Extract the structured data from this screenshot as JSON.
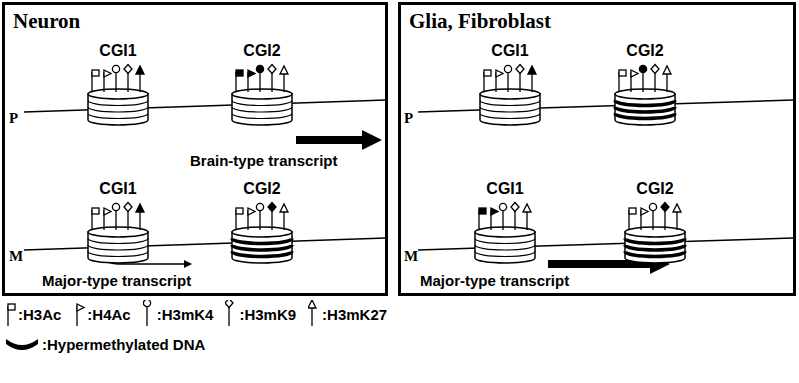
{
  "diagram": {
    "nodes": [
      {
        "text": [
          "Neuron"
        ]
      },
      {
        "text": [
          "CGI1"
        ],
        "in": 0
      },
      {
        "text": [
          "CGI2"
        ],
        "in": 0
      },
      {
        "text": [
          "CGI1"
        ],
        "in": 0
      },
      {
        "text": [
          "CGI2"
        ],
        "in": 0
      },
      {
        "text": [
          "Glia, Fibroblast"
        ]
      },
      {
        "text": [
          "CGI1"
        ],
        "in": 5
      },
      {
        "text": [
          "CGI2"
        ],
        "in": 5
      },
      {
        "text": [
          "CGI1"
        ],
        "in": 5
      },
      {
        "text": [
          "CGI2"
        ],
        "in": 5
      }
    ],
    "labels": [
      "P",
      "Brain-type transcript",
      "M",
      "Major-type transcript",
      "P",
      "M",
      "Major-type transcript"
    ],
    "legend": [
      {
        "text": ":H3Ac"
      },
      {
        "text": ":H4Ac"
      },
      {
        "text": ":H3mK4"
      },
      {
        "text": ":H3mK9"
      },
      {
        "text": ":H3mK27"
      },
      {
        "text": ":Hypermethylated DNA"
      }
    ]
  }
}
